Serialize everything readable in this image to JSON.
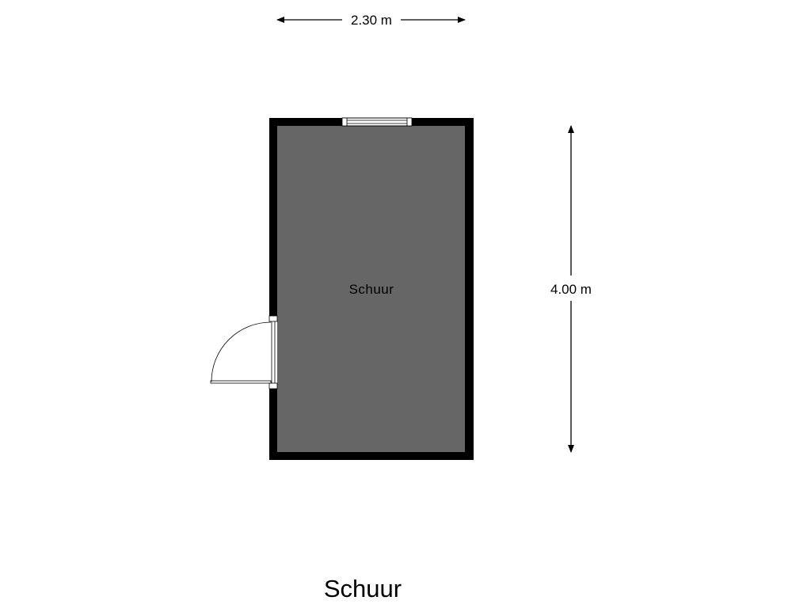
{
  "plan": {
    "title": "Schuur",
    "room_label": "Schuur",
    "width_dimension": "2.30 m",
    "depth_dimension": "4.00 m"
  },
  "colors": {
    "floor": "#666666",
    "wall": "#000000",
    "background": "#ffffff"
  }
}
